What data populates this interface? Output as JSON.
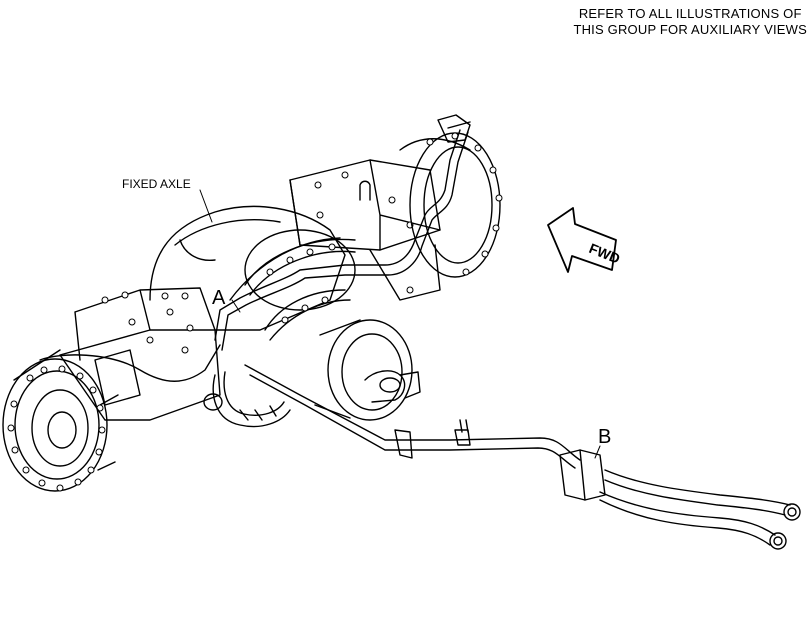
{
  "note": {
    "line1": "REFER TO ALL ILLUSTRATIONS OF",
    "line2": "THIS GROUP FOR AUXILIARY VIEWS"
  },
  "labels": {
    "fixed_axle": "FIXED AXLE",
    "callout_a": "A",
    "callout_b": "B",
    "fwd": "FWD"
  }
}
